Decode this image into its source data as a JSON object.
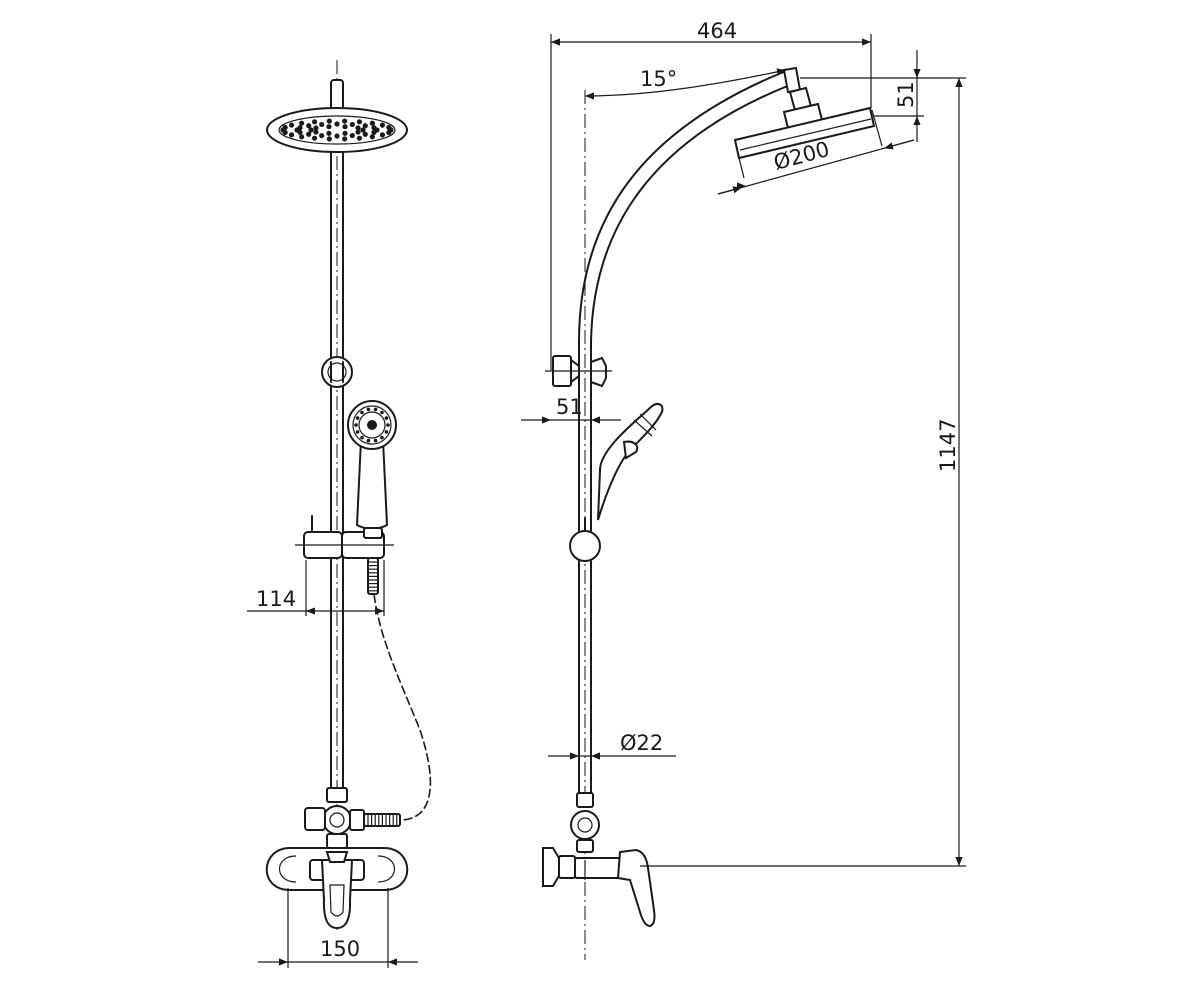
{
  "dimensions": {
    "total_width": "464",
    "tilt_angle": "15°",
    "head_height": "51",
    "head_diameter": "Ø200",
    "total_height": "1147",
    "rail_offset": "51",
    "handheld_offset": "114",
    "pipe_diameter": "Ø22",
    "inlet_spacing": "150"
  },
  "colors": {
    "line": "#1a1a1a",
    "background": "#ffffff"
  }
}
